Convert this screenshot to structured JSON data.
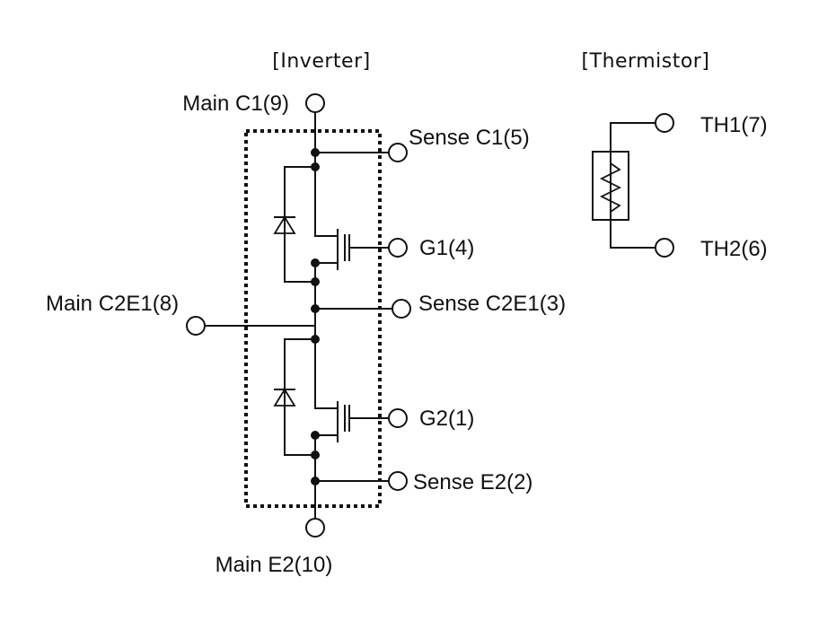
{
  "sections": {
    "inverter": "[Inverter]",
    "thermistor": "[Thermistor]"
  },
  "terminals": {
    "main_c1": "Main C1(9)",
    "sense_c1": "Sense C1(5)",
    "g1": "G1(4)",
    "main_c2e1": "Main C2E1(8)",
    "sense_c2e1": "Sense C2E1(3)",
    "g2": "G2(1)",
    "sense_e2": "Sense E2(2)",
    "main_e2": "Main E2(10)",
    "th1": "TH1(7)",
    "th2": "TH2(6)"
  },
  "colors": {
    "ink": "#111111",
    "background": "#ffffff"
  }
}
